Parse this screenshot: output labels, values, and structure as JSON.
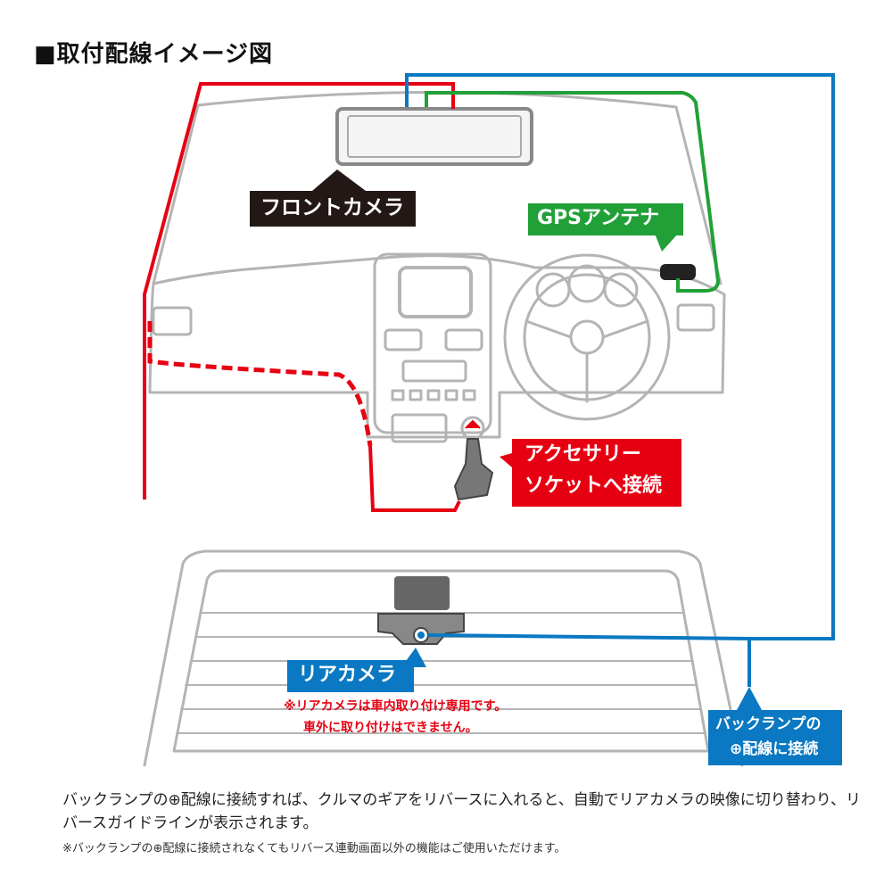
{
  "title": "■取付配線イメージ図",
  "labels": {
    "front_camera": "フロントカメラ",
    "gps_antenna": "GPSアンテナ",
    "accessory_line1": "アクセサリー",
    "accessory_line2": "ソケットへ接続",
    "rear_camera": "リアカメラ",
    "back_lamp_line1": "バックランプの",
    "back_lamp_line2": "⊕配線に接続"
  },
  "rear_note": {
    "line1": "※リアカメラは車内取り付け専用です。",
    "line2": "車外に取り付けはできません。"
  },
  "description": {
    "main": "バックランプの⊕配線に接続すれば、クルマのギアをリバースに入れると、自動でリアカメラの映像に切り替わり、リバースガイドラインが表示されます。",
    "note": "※バックランプの⊕配線に接続されなくてもリバース連動画面以外の機能はご使用いただけます。"
  },
  "colors": {
    "red": "#e60012",
    "green": "#22a038",
    "blue": "#0a78c2",
    "black_label": "#231815",
    "outline": "#aaaaaa"
  }
}
